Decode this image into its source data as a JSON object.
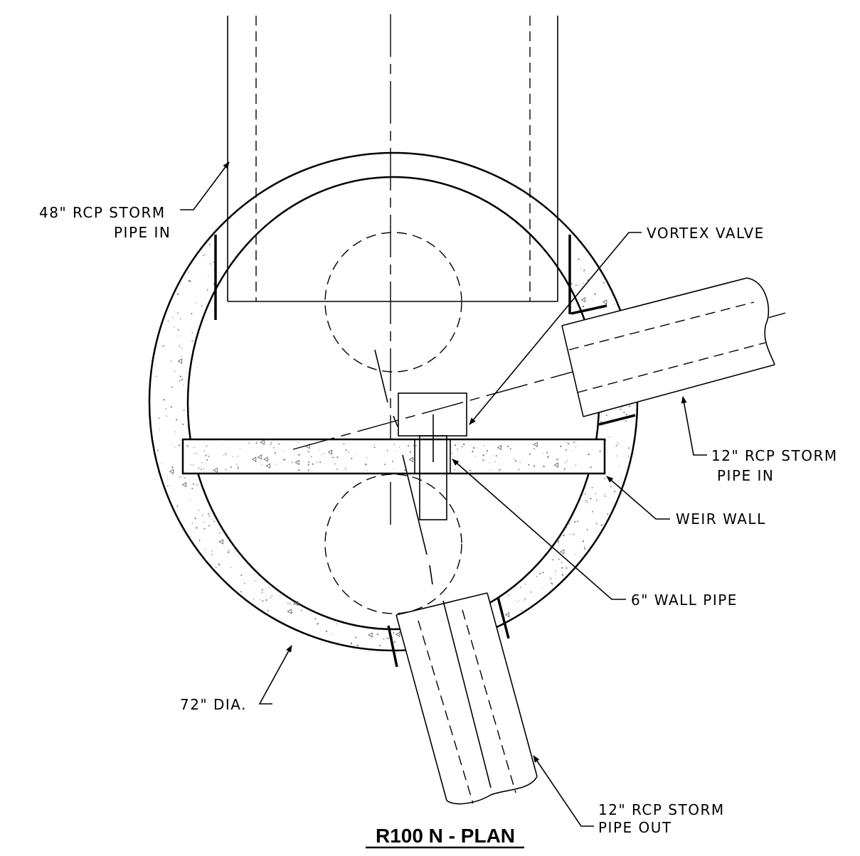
{
  "drawing": {
    "title": "R100 N - PLAN",
    "labels": {
      "pipe_48_in_line1": "48\" RCP STORM",
      "pipe_48_in_line2": "PIPE IN",
      "vortex_valve": "VORTEX VALVE",
      "pipe_12_in_line1": "12\" RCP STORM",
      "pipe_12_in_line2": "PIPE IN",
      "weir_wall": "WEIR WALL",
      "wall_pipe": "6\" WALL PIPE",
      "diameter": "72\" DIA.",
      "pipe_12_out_line1": "12\" RCP STORM",
      "pipe_12_out_line2": "PIPE OUT"
    }
  }
}
